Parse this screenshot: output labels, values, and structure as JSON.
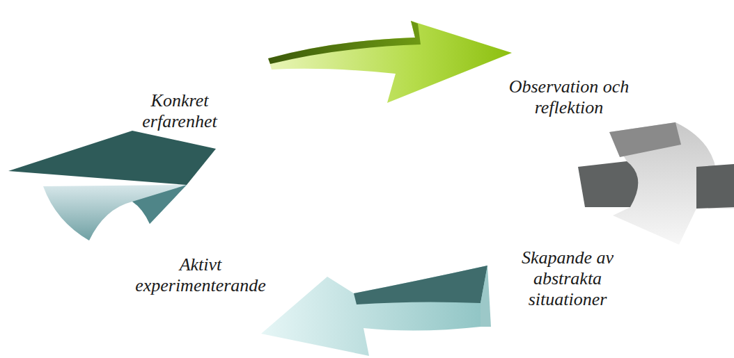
{
  "diagram": {
    "labels": [
      "Konkret erfarenhet",
      "Observation och reflektion",
      "Skapande av abstrakta situationer",
      "Aktivt experimenterande"
    ]
  }
}
